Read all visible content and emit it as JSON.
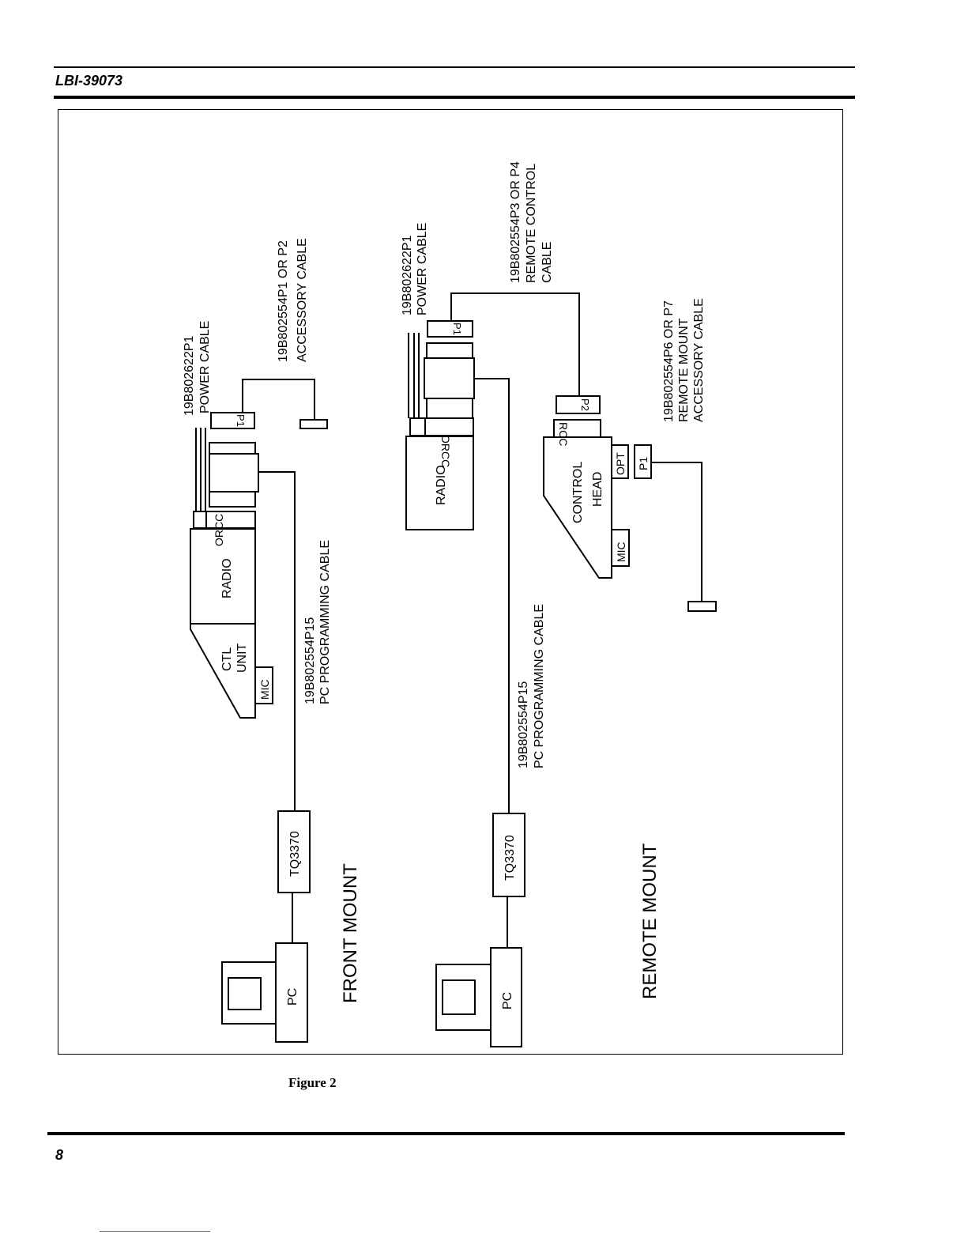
{
  "header": {
    "doc_id": "LBI-39073"
  },
  "figure": {
    "caption": "Figure 2",
    "front_mount": {
      "title": "FRONT MOUNT",
      "power_cable": [
        "19B802622P1",
        "POWER CABLE"
      ],
      "accessory_cable": [
        "19B802554P1  OR  P2",
        "ACCESSORY CABLE"
      ],
      "programming_cable": [
        "19B802554P15",
        "PC  PROGRAMMING  CABLE"
      ],
      "p1": "P1",
      "orcc": "ORCC",
      "radio": "RADIO",
      "ctl_unit": [
        "CTL",
        "UNIT"
      ],
      "mic": "MIC",
      "adapter": "TQ3370",
      "pc": "PC"
    },
    "remote_mount": {
      "title": "REMOTE  MOUNT",
      "power_cable": [
        "19B802622P1",
        "POWER CABLE"
      ],
      "remote_control_cable": [
        "19B802554P3  OR  P4",
        "REMOTE  CONTROL",
        "CABLE"
      ],
      "accessory_cable": [
        "19B802554P6  OR  P7",
        "REMOTE  MOUNT",
        "ACCESSORY CABLE"
      ],
      "programming_cable": [
        "19B802554P15",
        "PC  PROGRAMMING  CABLE"
      ],
      "p1": "P1",
      "p2": "P2",
      "orcc": "ORCC",
      "rcc": "RCC",
      "radio": "RADIO",
      "control_head": [
        "CONTROL",
        "HEAD"
      ],
      "opt": "OPT",
      "head_p1": "P1",
      "mic": "MIC",
      "adapter": "TQ3370",
      "pc": "PC"
    }
  },
  "footer": {
    "page_number": "8"
  }
}
